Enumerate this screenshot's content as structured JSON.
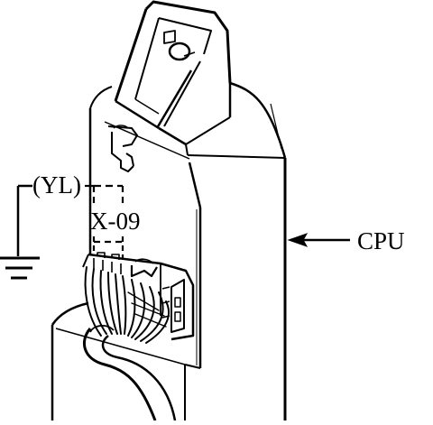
{
  "diagram": {
    "labels": {
      "wire_color": "(YL)",
      "connector_id": "X-09",
      "component": "CPU"
    },
    "colors": {
      "ink": "#000000",
      "background": "#ffffff"
    },
    "icons": [
      "ground-symbol-icon",
      "arrow-left-icon"
    ]
  }
}
